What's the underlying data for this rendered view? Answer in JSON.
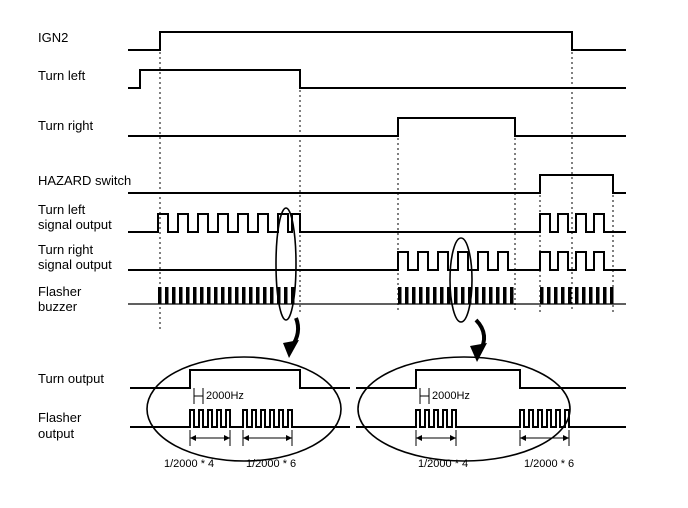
{
  "signals": {
    "ign2": "IGN2",
    "turn_left": "Turn left",
    "turn_right": "Turn right",
    "hazard_switch": "HAZARD switch",
    "turn_left_output_1": "Turn left",
    "turn_left_output_2": "signal output",
    "turn_right_output_1": "Turn right",
    "turn_right_output_2": "signal output",
    "flasher_buzzer_1": "Flasher",
    "flasher_buzzer_2": "buzzer"
  },
  "detail": {
    "turn_output": "Turn output",
    "flasher_output_1": "Flasher",
    "flasher_output_2": "output",
    "left_freq": "2000Hz",
    "right_freq": "2000Hz",
    "left_dim_a": "1/2000 * 4",
    "left_dim_b": "1/2000 * 6",
    "right_dim_a": "1/2000 * 4",
    "right_dim_b": "1/2000 * 6"
  }
}
